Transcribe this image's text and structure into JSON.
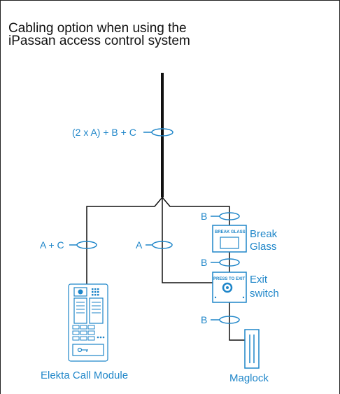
{
  "title_lines": [
    "Cabling option when using the",
    "iPassan access control system"
  ],
  "cable_labels": {
    "trunk": "(2 x A) + B + C",
    "call_module": "A + C",
    "middle": "A",
    "break_glass_in": "B",
    "exit_in": "B",
    "maglock_in": "B"
  },
  "devices": {
    "break_glass": {
      "panel_text": "BREAK GLASS",
      "label_line1": "Break",
      "label_line2": "Glass"
    },
    "exit_switch": {
      "panel_text": "PRESS TO EXIT",
      "label_line1": "Exit",
      "label_line2": "switch"
    },
    "call_module": {
      "label": "Elekta Call Module"
    },
    "maglock": {
      "label": "Maglock"
    }
  },
  "colors": {
    "accent": "#1f86c9",
    "wire": "#111111"
  }
}
